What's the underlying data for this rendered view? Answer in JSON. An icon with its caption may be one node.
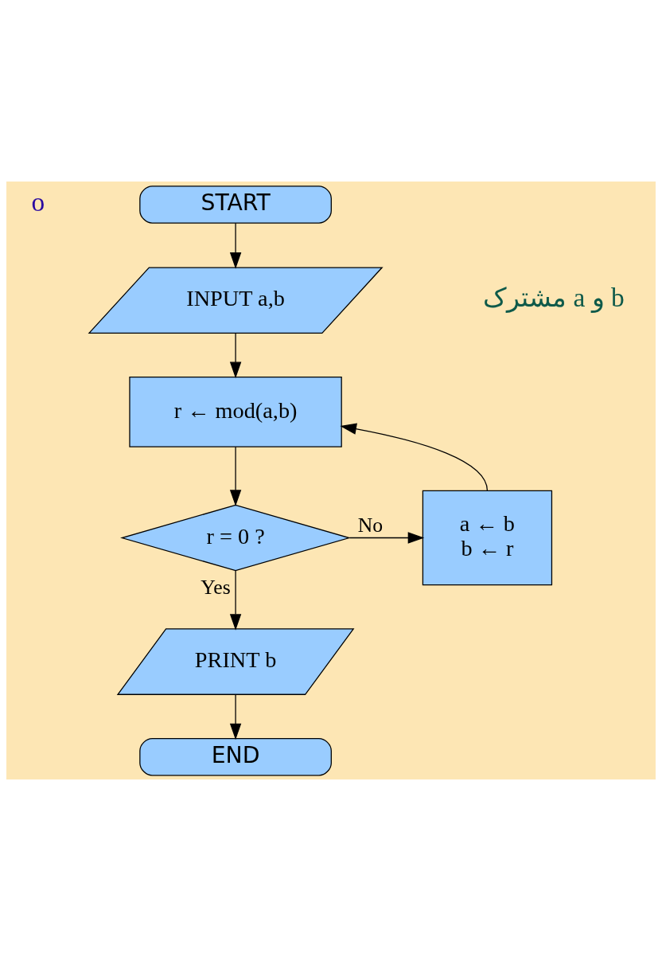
{
  "diagram": {
    "nodes": [
      {
        "text": [
          "START"
        ]
      },
      {
        "text": [
          "INPUT a,b"
        ]
      },
      {
        "text": [
          "r ← mod(a,b)"
        ]
      },
      {
        "text": [
          "r = 0 ?"
        ]
      },
      {
        "text": [
          "a ← b",
          "b ← r"
        ]
      },
      {
        "text": [
          "PRINT b"
        ]
      },
      {
        "text": [
          "END"
        ]
      }
    ],
    "edges": [
      {
        "from": 0,
        "to": 1,
        "arrow": "to"
      },
      {
        "from": 1,
        "to": 2,
        "arrow": "to"
      },
      {
        "from": 2,
        "to": 3,
        "arrow": "to"
      },
      {
        "from": 3,
        "to": 4,
        "arrow": "to",
        "label": "No"
      },
      {
        "from": 4,
        "to": 2,
        "arrow": "to"
      },
      {
        "from": 3,
        "to": 5,
        "arrow": "to",
        "label": "Yes"
      },
      {
        "from": 5,
        "to": 6,
        "arrow": "to"
      }
    ],
    "labels": [
      "o",
      "مشترک a و b"
    ]
  }
}
